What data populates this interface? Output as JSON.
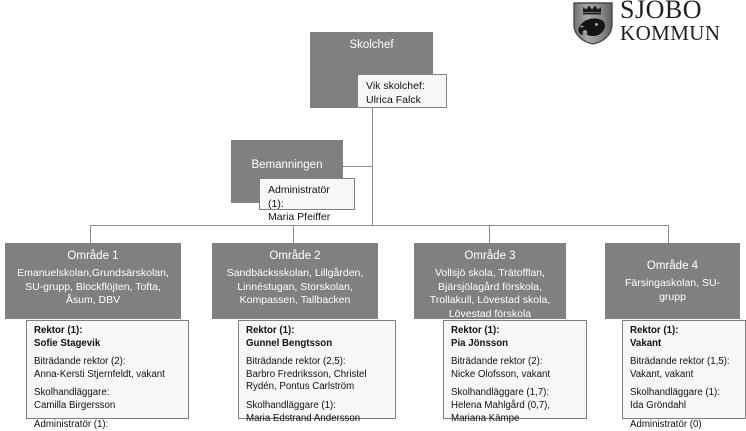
{
  "logo": {
    "line1": "SJÖBO",
    "line2": "KOMMUN",
    "icon": "shield-crown-wolf-crest"
  },
  "nodes": {
    "skolchef": {
      "title": "Skolchef",
      "detail": {
        "label": "Vik skolchef:",
        "value": "Ulrica Falck"
      }
    },
    "bemanningen": {
      "title": "Bemanningen",
      "detail": {
        "label": "Administratör (1):",
        "value": "Maria Pfeiffer"
      }
    }
  },
  "areas": [
    {
      "title": "Område 1",
      "units": "Emanuelskolan,Grundsärskolan,\nSU-grupp, Blockflöjten, Tofta,\nÅsum, DBV",
      "staff": [
        {
          "label": "Rektor (1):",
          "value": "Sofie Stagevik",
          "bold": true
        },
        {
          "label": "Biträdande rektor (2):",
          "value": "Anna-Kersti Stjernfeldt, vakant",
          "bold": false
        },
        {
          "label": "Skolhandläggare:",
          "value": "Camilla Birgersson",
          "bold": false
        },
        {
          "label": "Administratör (1):",
          "value": "",
          "bold": false
        }
      ]
    },
    {
      "title": "Område 2",
      "units": "Sandbäcksskolan, Lillgården,\nLinnéstugan, Storskolan,\nKompassen, Tallbacken",
      "staff": [
        {
          "label": "Rektor (1):",
          "value": "Gunnel Bengtsson",
          "bold": true
        },
        {
          "label": "Biträdande rektor (2,5):",
          "value": "Barbro Fredriksson, Christel\nRydén, Pontus Carlström",
          "bold": false
        },
        {
          "label": "Skolhandläggare (1):",
          "value": "Maria Edstrand Andersson",
          "bold": false
        }
      ]
    },
    {
      "title": "Område 3",
      "units": "Vollsjö skola, Trätofflan,\nBjärsjölagård förskola,\nTrollakull, Lövestad skola,\nLövestad förskola",
      "staff": [
        {
          "label": "Rektor (1):",
          "value": "Pia Jönsson",
          "bold": true
        },
        {
          "label": "Biträdande rektor (2):",
          "value": "Nicke Olofsson, vakant",
          "bold": false
        },
        {
          "label": "Skolhandläggare (1,7):",
          "value": "Helena Mahlgård (0,7),\nMariana Kämpe",
          "bold": false
        }
      ]
    },
    {
      "title": "Område 4",
      "units": "Färsingaskolan, SU-\ngrupp",
      "staff": [
        {
          "label": "Rektor (1):",
          "value": "Vakant",
          "bold": true
        },
        {
          "label": "Biträdande rektor (1,5):",
          "value": "Vakant, vakant",
          "bold": false
        },
        {
          "label": "Skolhandläggare (1):",
          "value": "Ida Gröndahl",
          "bold": false
        },
        {
          "label": "Administratör (0)",
          "value": "",
          "bold": false
        }
      ]
    }
  ],
  "colors": {
    "box_fill": "#808080",
    "box_text": "#ffffff",
    "card_fill": "#f7f7f7",
    "card_border": "#7f7f7f",
    "connector": "#8c8c8c"
  }
}
